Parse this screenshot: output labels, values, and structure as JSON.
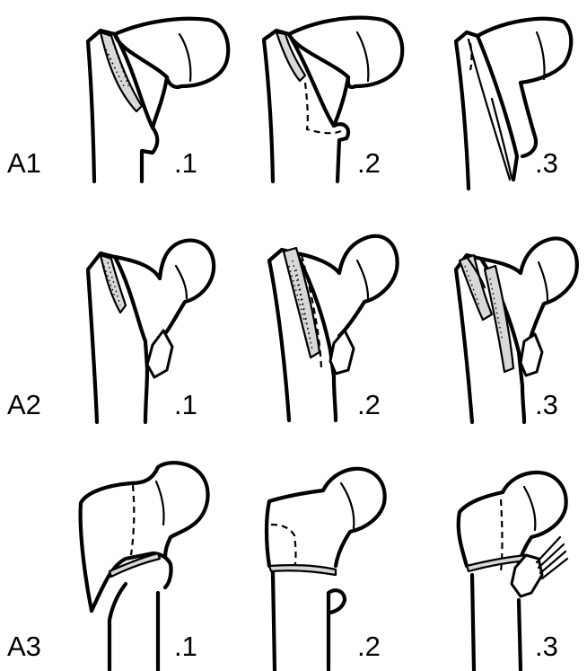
{
  "rows": [
    {
      "label": "A1",
      "variants": [
        ".1",
        ".2",
        ".3"
      ]
    },
    {
      "label": "A2",
      "variants": [
        ".1",
        ".2",
        ".3"
      ]
    },
    {
      "label": "A3",
      "variants": [
        ".1",
        ".2",
        ".3"
      ]
    }
  ]
}
